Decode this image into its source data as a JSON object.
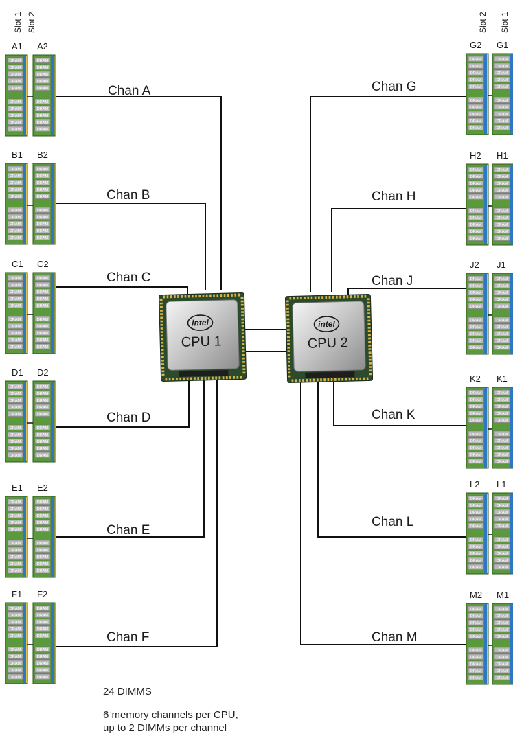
{
  "slot_headers": {
    "left": [
      "Slot 1",
      "Slot 2"
    ],
    "right": [
      "Slot 2",
      "Slot 1"
    ]
  },
  "chip_text": "DRAM",
  "cpus": [
    {
      "label": "CPU 1",
      "brand": "intel"
    },
    {
      "label": "CPU 2",
      "brand": "intel"
    }
  ],
  "left_channels": [
    {
      "channel": "Chan A",
      "slots": [
        "A1",
        "A2"
      ]
    },
    {
      "channel": "Chan B",
      "slots": [
        "B1",
        "B2"
      ]
    },
    {
      "channel": "Chan C",
      "slots": [
        "C1",
        "C2"
      ]
    },
    {
      "channel": "Chan D",
      "slots": [
        "D1",
        "D2"
      ]
    },
    {
      "channel": "Chan E",
      "slots": [
        "E1",
        "E2"
      ]
    },
    {
      "channel": "Chan F",
      "slots": [
        "F1",
        "F2"
      ]
    }
  ],
  "right_channels": [
    {
      "channel": "Chan G",
      "slots": [
        "G2",
        "G1"
      ]
    },
    {
      "channel": "Chan H",
      "slots": [
        "H2",
        "H1"
      ]
    },
    {
      "channel": "Chan J",
      "slots": [
        "J2",
        "J1"
      ]
    },
    {
      "channel": "Chan K",
      "slots": [
        "K2",
        "K1"
      ]
    },
    {
      "channel": "Chan L",
      "slots": [
        "L2",
        "L1"
      ]
    },
    {
      "channel": "Chan M",
      "slots": [
        "M2",
        "M1"
      ]
    }
  ],
  "footnote": {
    "total": "24 DIMMS",
    "line1": "6 memory channels per CPU,",
    "line2": "up to 2 DIMMs per channel"
  },
  "colors": {
    "dimm_pcb": "#5b9a3c",
    "dram_chip": "#b9b9b9",
    "connector_blue": "#2e78c2",
    "wire": "#111111"
  }
}
